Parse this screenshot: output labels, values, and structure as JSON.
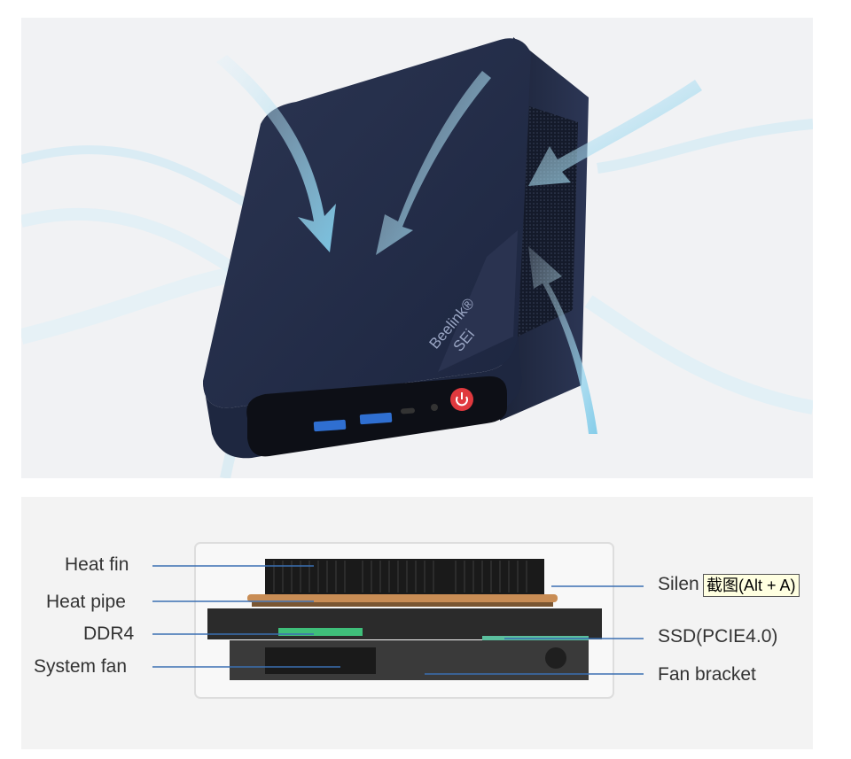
{
  "product": {
    "brand": "Beelink®",
    "model": "SEi"
  },
  "labels": {
    "left": [
      "Heat fin",
      "Heat pipe",
      "DDR4",
      "System fan"
    ],
    "right": [
      "Silen",
      "SSD(PCIE4.0)",
      "Fan bracket"
    ]
  },
  "tooltip": "截图(Alt + A)",
  "colors": {
    "device_body": "#232c45",
    "airflow": "#8fd3ee",
    "leader_line": "#3b6fb2",
    "power_button": "#e0393e"
  }
}
